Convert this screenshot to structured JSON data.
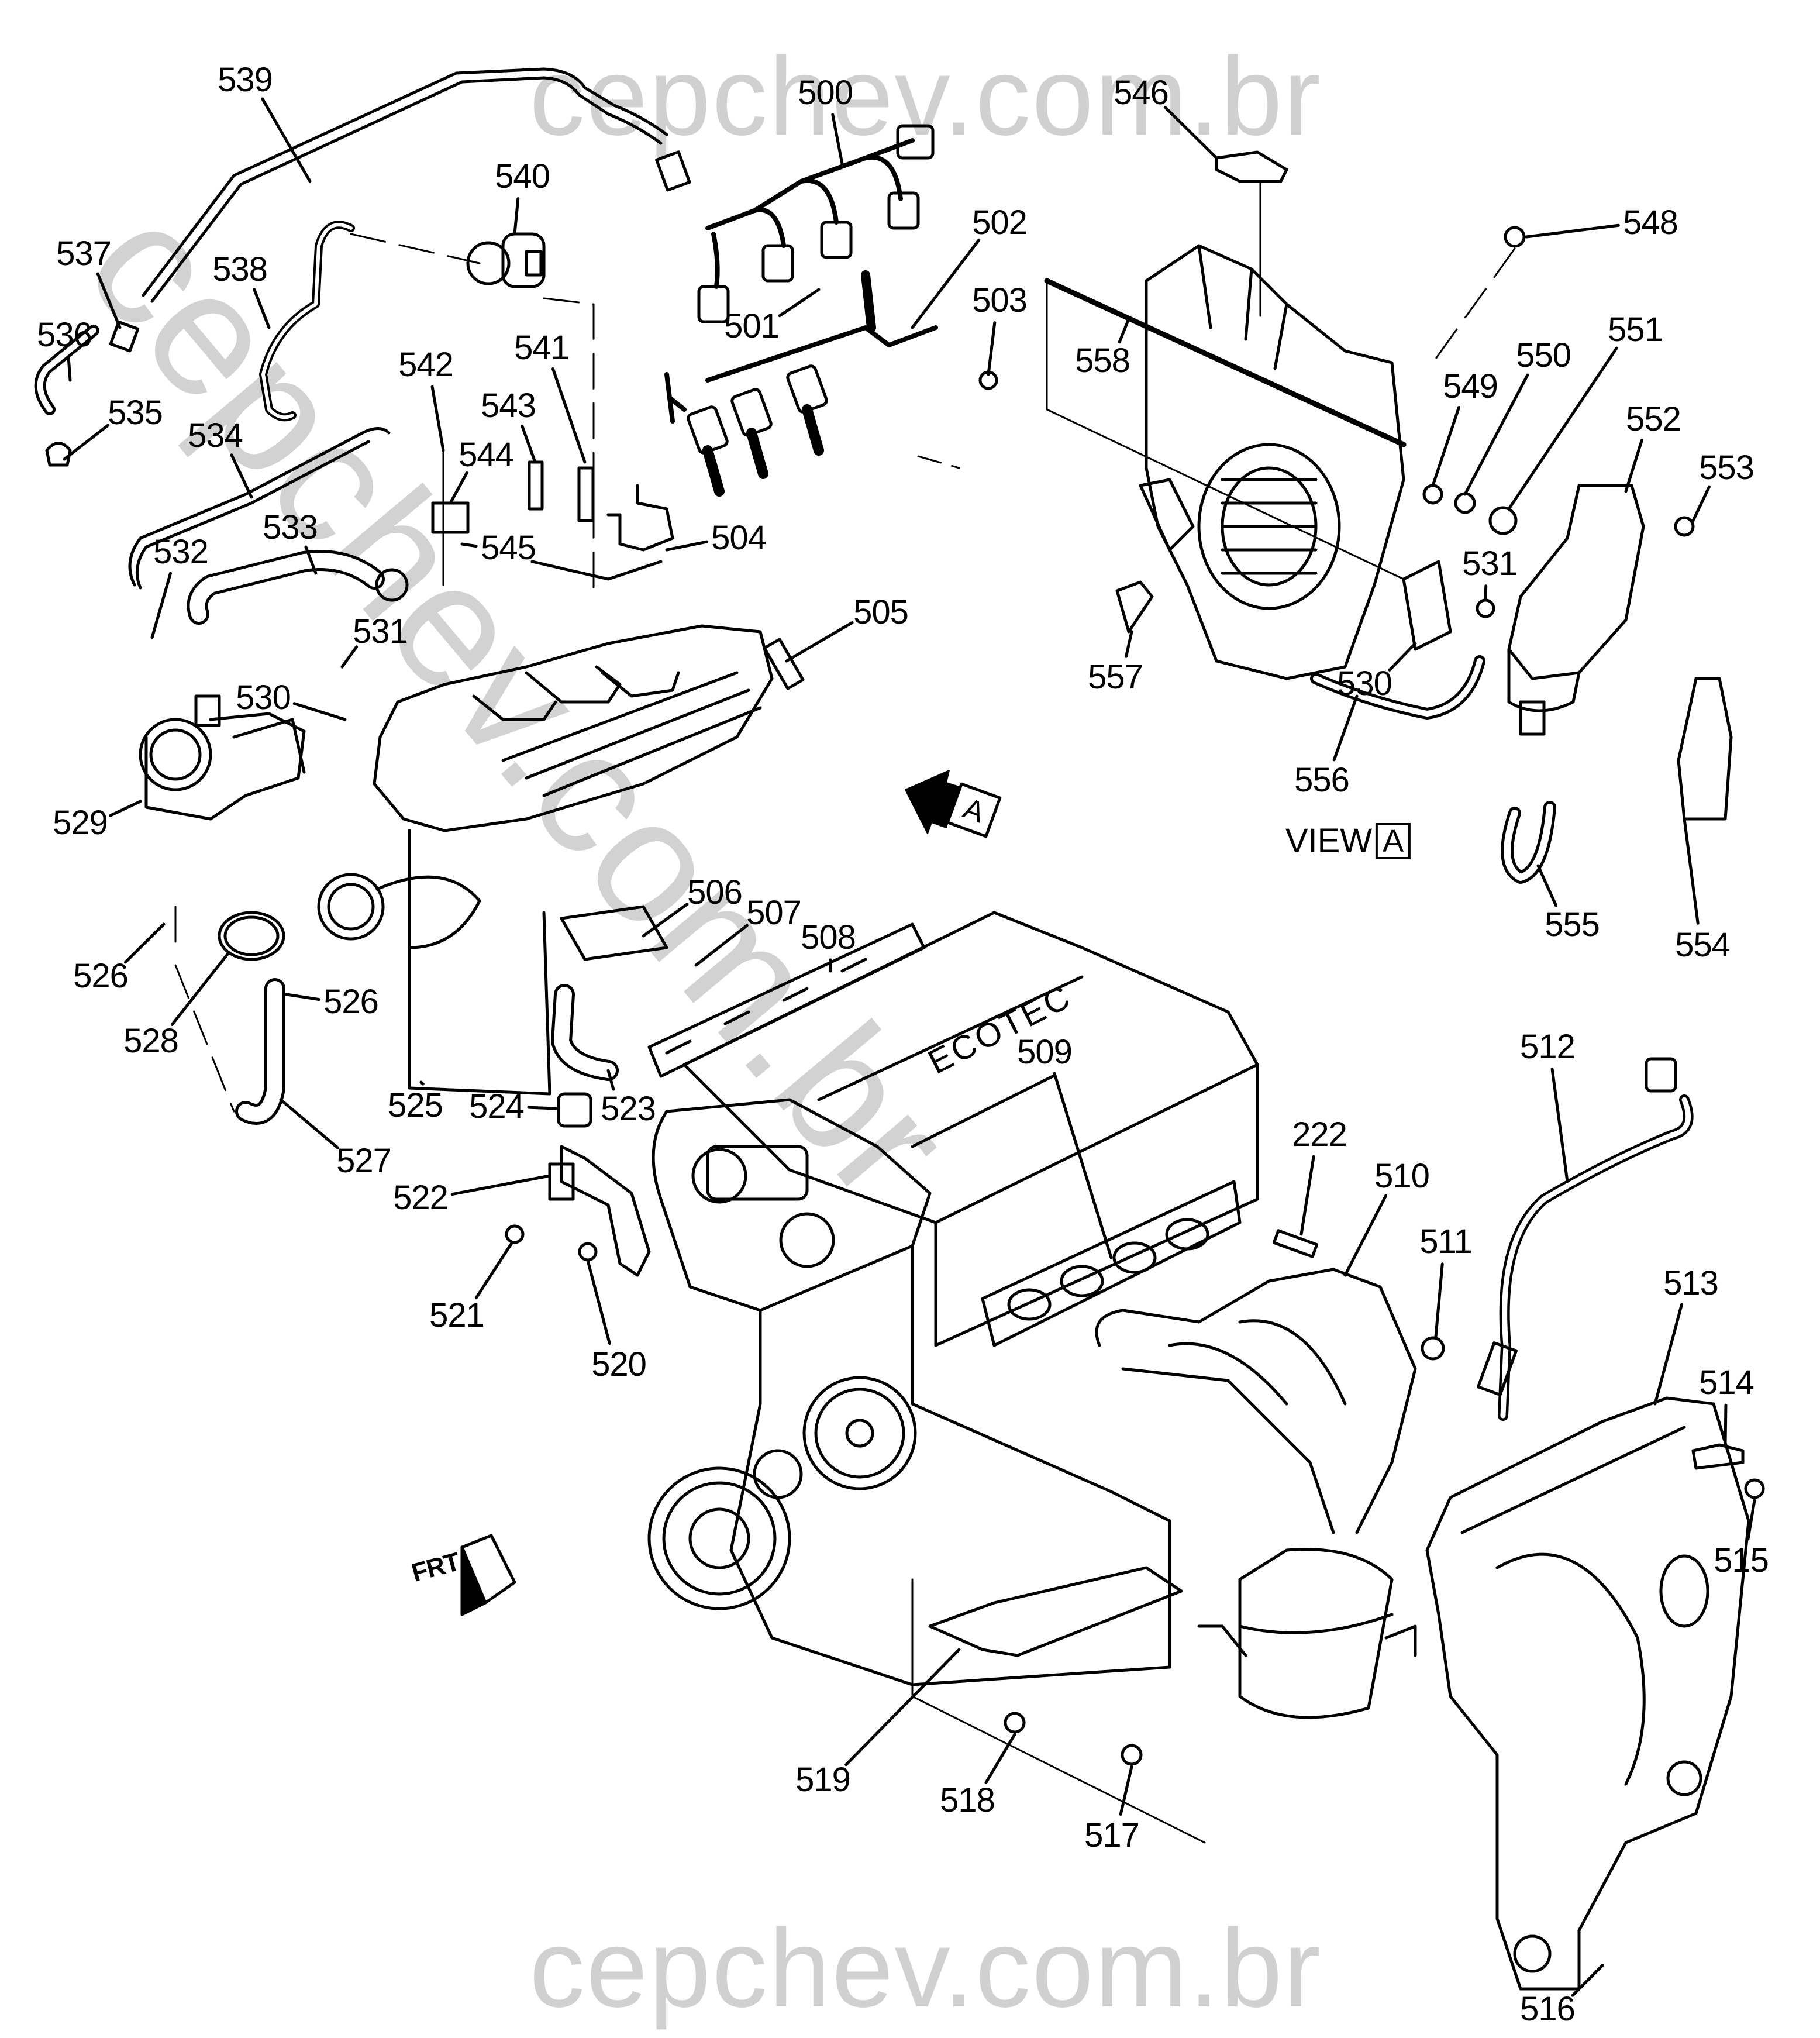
{
  "diagram": {
    "title": "Engine intake / exhaust manifold exploded view",
    "watermark_top": "cepchev.com.br",
    "watermark_bottom": "cepchev.com.br",
    "watermark_diagonal": "cepchev.com.br",
    "engine_cover_text": "ECOTEC",
    "view_label": "VIEW",
    "view_ref": "A",
    "direction_arrow_ref": "A",
    "front_indicator": "FRT",
    "colors": {
      "line": "#000000",
      "watermark": "#d0d0d0",
      "background": "#ffffff"
    }
  },
  "callouts": [
    {
      "id": "539",
      "label": "539"
    },
    {
      "id": "500",
      "label": "500"
    },
    {
      "id": "546",
      "label": "546"
    },
    {
      "id": "540",
      "label": "540"
    },
    {
      "id": "502",
      "label": "502"
    },
    {
      "id": "548",
      "label": "548"
    },
    {
      "id": "537",
      "label": "537"
    },
    {
      "id": "538",
      "label": "538"
    },
    {
      "id": "501",
      "label": "501"
    },
    {
      "id": "503",
      "label": "503"
    },
    {
      "id": "536",
      "label": "536"
    },
    {
      "id": "541",
      "label": "541"
    },
    {
      "id": "542",
      "label": "542"
    },
    {
      "id": "558",
      "label": "558"
    },
    {
      "id": "549",
      "label": "549"
    },
    {
      "id": "550",
      "label": "550"
    },
    {
      "id": "551",
      "label": "551"
    },
    {
      "id": "535",
      "label": "535"
    },
    {
      "id": "543",
      "label": "543"
    },
    {
      "id": "534",
      "label": "534"
    },
    {
      "id": "544",
      "label": "544"
    },
    {
      "id": "552",
      "label": "552"
    },
    {
      "id": "553",
      "label": "553"
    },
    {
      "id": "533",
      "label": "533"
    },
    {
      "id": "504",
      "label": "504"
    },
    {
      "id": "545",
      "label": "545"
    },
    {
      "id": "532",
      "label": "532"
    },
    {
      "id": "531-a",
      "label": "531"
    },
    {
      "id": "531-b",
      "label": "531"
    },
    {
      "id": "505",
      "label": "505"
    },
    {
      "id": "557",
      "label": "557"
    },
    {
      "id": "530-a",
      "label": "530"
    },
    {
      "id": "530-b",
      "label": "530"
    },
    {
      "id": "556",
      "label": "556"
    },
    {
      "id": "529",
      "label": "529"
    },
    {
      "id": "506",
      "label": "506"
    },
    {
      "id": "507",
      "label": "507"
    },
    {
      "id": "508",
      "label": "508"
    },
    {
      "id": "526-a",
      "label": "526"
    },
    {
      "id": "526-b",
      "label": "526"
    },
    {
      "id": "555",
      "label": "555"
    },
    {
      "id": "554",
      "label": "554"
    },
    {
      "id": "528",
      "label": "528"
    },
    {
      "id": "509",
      "label": "509"
    },
    {
      "id": "512",
      "label": "512"
    },
    {
      "id": "525",
      "label": "525"
    },
    {
      "id": "524",
      "label": "524"
    },
    {
      "id": "523",
      "label": "523"
    },
    {
      "id": "222",
      "label": "222"
    },
    {
      "id": "527",
      "label": "527"
    },
    {
      "id": "510",
      "label": "510"
    },
    {
      "id": "522",
      "label": "522"
    },
    {
      "id": "511",
      "label": "511"
    },
    {
      "id": "513",
      "label": "513"
    },
    {
      "id": "521",
      "label": "521"
    },
    {
      "id": "520",
      "label": "520"
    },
    {
      "id": "514",
      "label": "514"
    },
    {
      "id": "515",
      "label": "515"
    },
    {
      "id": "519",
      "label": "519"
    },
    {
      "id": "518",
      "label": "518"
    },
    {
      "id": "517",
      "label": "517"
    },
    {
      "id": "516",
      "label": "516"
    }
  ]
}
